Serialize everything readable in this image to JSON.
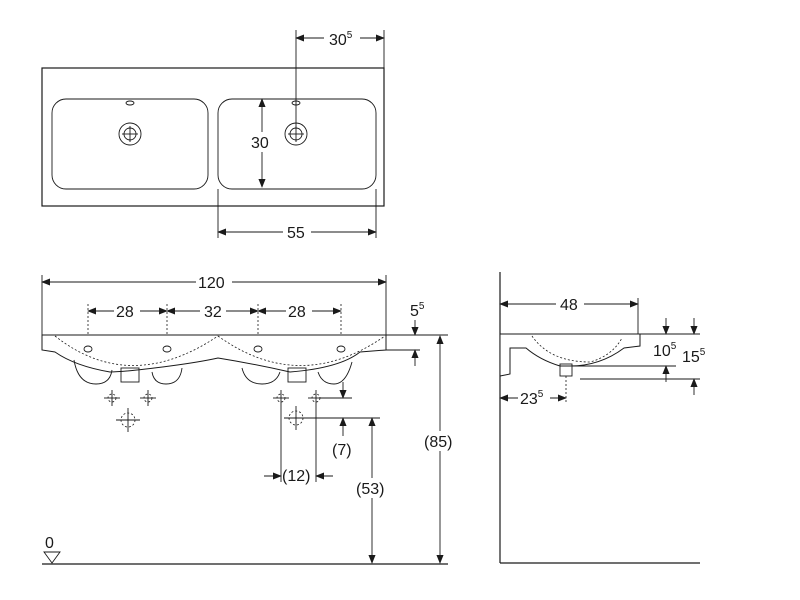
{
  "dimensions": {
    "top_view": {
      "overflow_offset": {
        "main": "30",
        "sup": "5"
      },
      "basin_depth": "30",
      "basin_width": "55"
    },
    "front_view": {
      "total_width": "120",
      "tap_spacing_left": "28",
      "tap_spacing_middle": "32",
      "tap_spacing_right": "28",
      "rim_thickness": {
        "main": "5",
        "sup": "5"
      },
      "waste_offset_v": "(7)",
      "waste_offset_h": "(12)",
      "waste_height": "(53)",
      "mounting_height": "(85)",
      "floor_level": "0"
    },
    "side_view": {
      "depth": "48",
      "rim_to_outlet": {
        "main": "10",
        "sup": "5"
      },
      "rim_to_bottom": {
        "main": "15",
        "sup": "5"
      },
      "outlet_from_wall": {
        "main": "23",
        "sup": "5"
      }
    }
  }
}
